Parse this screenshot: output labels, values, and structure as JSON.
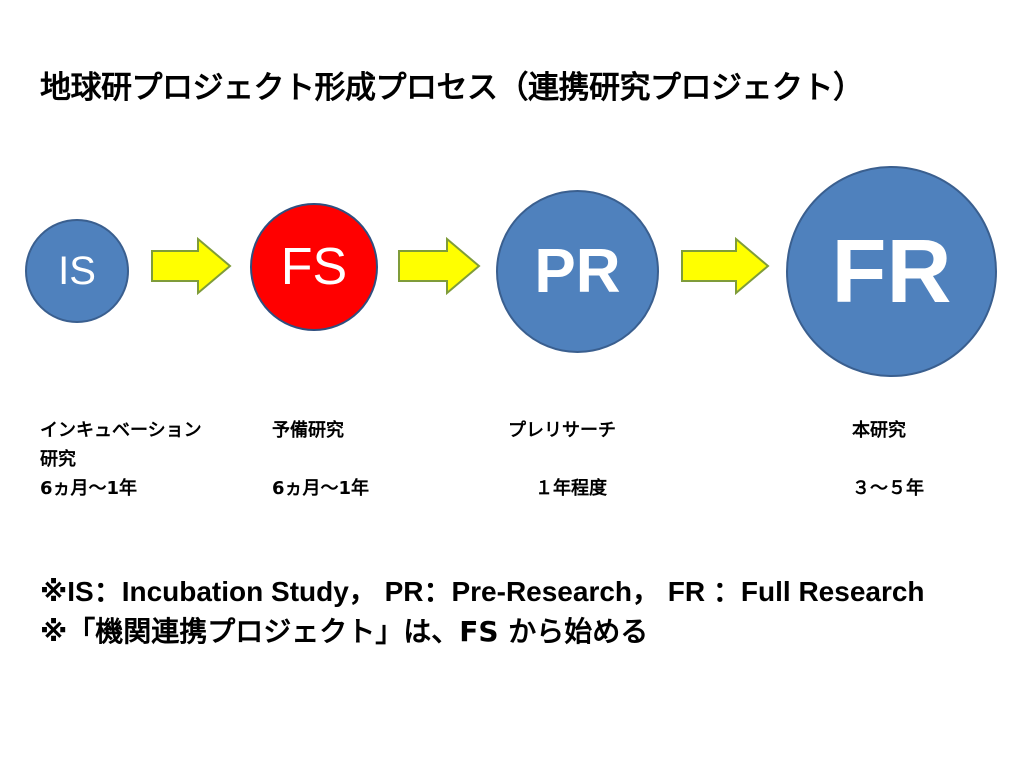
{
  "title": "地球研プロジェクト形成プロセス（連携研究プロジェクト）",
  "colors": {
    "stage_blue": "#4f81bd",
    "stage_red": "#ff0000",
    "arrow_fill": "#ffff00",
    "arrow_stroke": "#7f9c3a"
  },
  "icons": [
    "arrow-right-icon"
  ],
  "stages": [
    {
      "abbr": "IS",
      "name": "インキュベーション",
      "name2": "研究",
      "duration": "6ヵ月～1年"
    },
    {
      "abbr": "FS",
      "name": "予備研究",
      "duration": "6ヵ月～1年"
    },
    {
      "abbr": "PR",
      "name": "プレリサーチ",
      "duration": "１年程度"
    },
    {
      "abbr": "FR",
      "name": "本研究",
      "duration": "３～５年"
    }
  ],
  "notes": {
    "line1_mark": "※",
    "line1": "IS：Incubation  Study，  PR：Pre-Research，  FR ：Full  Research",
    "line2": "※「機関連携プロジェクト」は、FS から始める"
  }
}
